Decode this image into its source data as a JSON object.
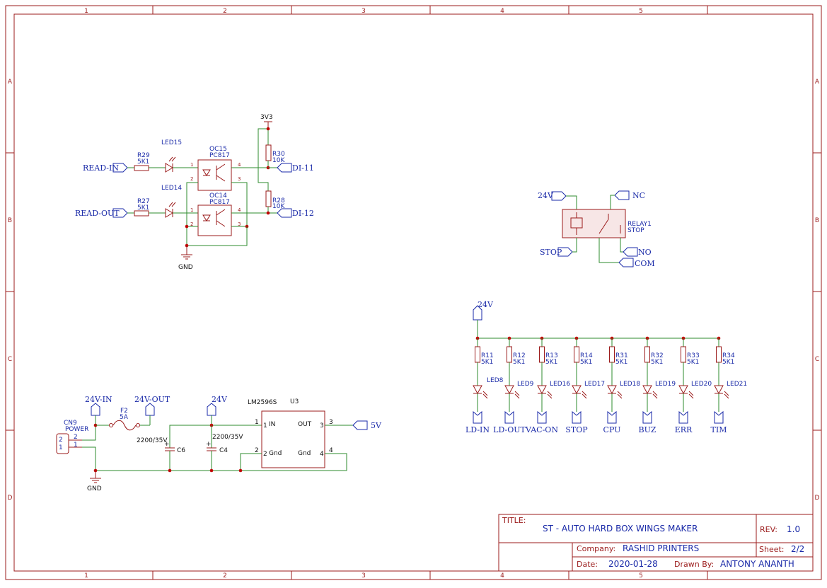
{
  "frame": {
    "cols": [
      "1",
      "2",
      "3",
      "4",
      "5"
    ],
    "rows": [
      "A",
      "B",
      "C",
      "D"
    ]
  },
  "title_block": {
    "title_label": "TITLE:",
    "title": "ST - AUTO HARD BOX WINGS MAKER",
    "rev_label": "REV:",
    "rev": "1.0",
    "company_label": "Company:",
    "company": "RASHID PRINTERS",
    "sheet_label": "Sheet:",
    "sheet": "2/2",
    "date_label": "Date:",
    "date": "2020-01-28",
    "drawn_label": "Drawn By:",
    "drawn": "ANTONY ANANTH"
  },
  "opto": {
    "v33": "3V3",
    "gnd": "GND",
    "read_in": "READ-IN",
    "read_out": "READ-OUT",
    "r29": "R29",
    "r29_val": "5K1",
    "r27": "R27",
    "r27_val": "5K1",
    "led15": "LED15",
    "led14": "LED14",
    "oc15": "OC15",
    "oc15_part": "PC817",
    "oc14": "OC14",
    "oc14_part": "PC817",
    "r30": "R30",
    "r30_val": "10K",
    "r28": "R28",
    "r28_val": "10K",
    "di11": "DI-11",
    "di12": "DI-12",
    "pins": [
      "1",
      "2",
      "3",
      "4"
    ]
  },
  "relay": {
    "v24": "24V",
    "nc": "NC",
    "name": "RELAY1",
    "value": "STOP",
    "stop": "STOP",
    "no": "NO",
    "com": "COM"
  },
  "led_bank": {
    "v24": "24V",
    "channels": [
      {
        "r": "R11",
        "led": "LED8",
        "net": "LD-IN"
      },
      {
        "r": "R12",
        "led": "LED9",
        "net": "LD-OUT"
      },
      {
        "r": "R13",
        "led": "LED16",
        "net": "VAC-ON"
      },
      {
        "r": "R14",
        "led": "LED17",
        "net": "STOP"
      },
      {
        "r": "R31",
        "led": "LED18",
        "net": "CPU"
      },
      {
        "r": "R32",
        "led": "LED19",
        "net": "BUZ"
      },
      {
        "r": "R33",
        "led": "LED20",
        "net": "ERR"
      },
      {
        "r": "R34",
        "led": "LED21",
        "net": "TIM"
      }
    ],
    "r_val": "5K1"
  },
  "power": {
    "cn9": "CN9",
    "cn9_val": "POWER",
    "cn9_pin2": "2",
    "cn9_pin1": "1",
    "v24_in": "24V-IN",
    "v24_out": "24V-OUT",
    "f2": "F2",
    "f2_val": "5A",
    "v24": "24V",
    "c6_val": "2200/35V",
    "c6": "C6",
    "c4_val": "2200/35V",
    "c4": "C4",
    "reg": "LM2596S",
    "reg_ref": "U3",
    "in": "IN",
    "out": "OUT",
    "gnd_pin": "Gnd",
    "gnd_pin2": "Gnd",
    "pin1": "1",
    "pin2": "2",
    "pin3": "3",
    "pin4": "4",
    "v5": "5V",
    "gnd": "GND"
  }
}
